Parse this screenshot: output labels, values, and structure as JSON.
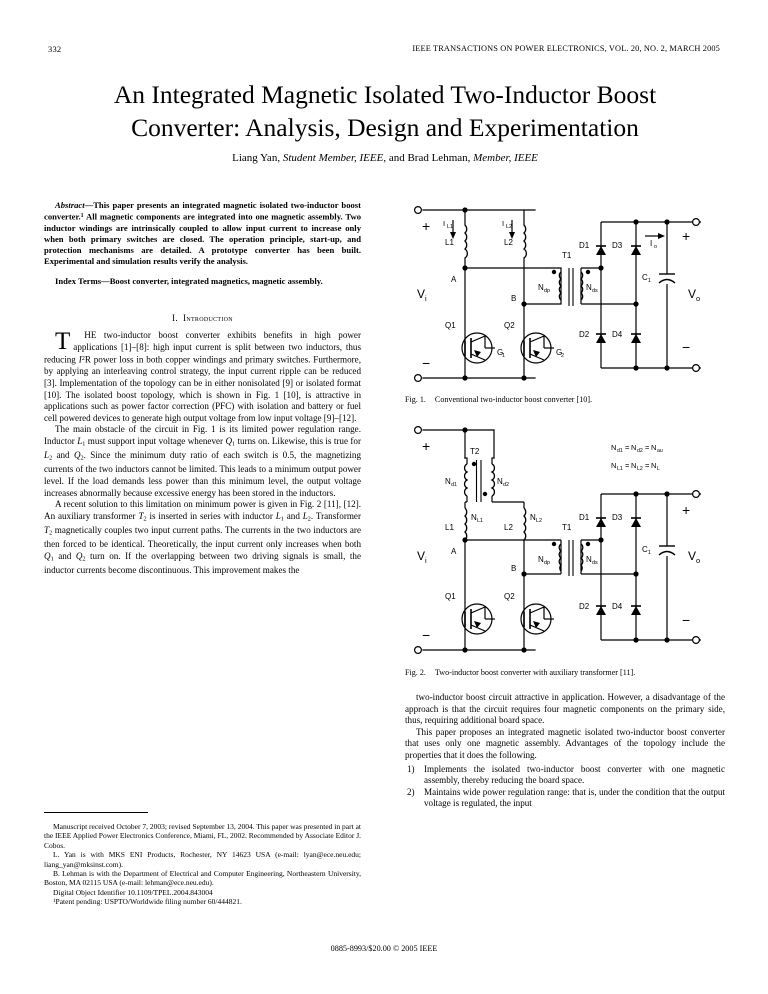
{
  "runhead": {
    "folio": "332",
    "journal": "IEEE TRANSACTIONS ON POWER ELECTRONICS, VOL. 20, NO. 2, MARCH 2005"
  },
  "title_line1": "An Integrated Magnetic Isolated Two-Inductor Boost",
  "title_line2": "Converter: Analysis, Design and Experimentation",
  "authors": {
    "a1_name": "Liang Yan, ",
    "a1_role": "Student Member, IEEE",
    "conj": ", and Brad Lehman, ",
    "a2_role": "Member, IEEE"
  },
  "abstract": {
    "lead": "Abstract—",
    "text_a": "This paper presents an integrated magnetic isolated two-inductor boost converter.",
    "footnote_marker": "1",
    "text_b": " All magnetic components are integrated into one magnetic assembly. Two inductor windings are intrinsically coupled to allow input current to increase only when both primary switches are closed. The operation principle, start-up, and protection mechanisms are detailed. A prototype converter has been built. Experimental and simulation results verify the analysis."
  },
  "index_terms": {
    "lead": "Index Terms—",
    "text": "Boost converter, integrated magnetics, magnetic assembly."
  },
  "section1": {
    "num": "I.",
    "name": "Introduction"
  },
  "para1": {
    "drop": "T",
    "p_a": "HE two-inductor boost converter exhibits benefits in high power applications [1]–[8]: high input current is split between two inductors, thus reducing ",
    "p_b": " power loss in both copper windings and primary switches. Furthermore, by applying an interleaving control strategy, the input current ripple can be reduced [3]. Implementation of the topology can be in either nonisolated [9] or isolated format [10]. The isolated boost topology, which is shown in Fig. 1 [10], is attractive in applications such as power factor correction (PFC) with isolation and battery or fuel cell powered devices to generate high output voltage from low input voltage [9]–[12]."
  },
  "para2": {
    "p_a": "The main obstacle of the circuit in Fig. 1 is its limited power regulation range. Inductor ",
    "p_b": " must support input voltage whenever ",
    "p_c": " turns on. Likewise, this is true for ",
    "p_d": " and ",
    "p_e": ". Since the minimum duty ratio of each switch is 0.5, the magnetizing currents of the two inductors cannot be limited. This leads to a minimum output power level. If the load demands less power than this minimum level, the output voltage increases abnormally because excessive energy has been stored in the inductors."
  },
  "para3": {
    "p_a": "A recent solution to this limitation on minimum power is given in Fig. 2 [11], [12]. An auxiliary transformer ",
    "p_b": " is inserted in series with inductor ",
    "p_c": " and ",
    "p_d": ". Transformer ",
    "p_e": " magnetically couples two input current paths. The currents in the two inductors are then forced to be identical. Theoretically, the input current only increases when both ",
    "p_f": " and ",
    "p_g": " turn on. If the overlapping between two driving signals is small, the inductor currents become discontinuous. This improvement makes the"
  },
  "para4": {
    "text": "two-inductor boost circuit attractive in application. However, a disadvantage of the approach is that the circuit requires four magnetic components on the primary side, thus, requiring additional board space."
  },
  "para5": {
    "text": "This paper proposes an integrated magnetic isolated two-inductor boost converter that uses only one magnetic assembly. Advantages of the topology include the properties that it does the following."
  },
  "list_items": [
    {
      "num": "1)",
      "text": "Implements the isolated two-inductor boost converter with one magnetic assembly, thereby reducing the board space."
    },
    {
      "num": "2)",
      "text": "Maintains wide power regulation range: that is, under the condition that the output voltage is regulated, the input"
    }
  ],
  "notes": [
    "Manuscript received October 7, 2003; revised September 13, 2004. This paper was presented in part at the IEEE Applied Power Electronics Conference, Miami, FL, 2002. Recommended by Associate Editor J. Cobos.",
    "L. Yan is with MKS ENI Products, Rochester, NY 14623 USA (e-mail: lyan@ece.neu.edu; liang_yan@mksinst.com).",
    "B. Lehman is with the Department of Electrical and Computer Engineering, Northeastern University, Boston, MA 02115 USA (e-mail: lehman@ece.neu.edu).",
    "Digital Object Identifier 10.1109/TPEL.2004.843004"
  ],
  "footnote": {
    "marker": "1",
    "text": "Patent pending: USPTO/Worldwide filing number 60/444821."
  },
  "footer": "0885-8993/$20.00 © 2005 IEEE",
  "fig1": {
    "caption_label": "Fig. 1.",
    "caption_text": "Conventional two-inductor boost converter [10].",
    "labels": {
      "vin": "V",
      "vin_sub": "i",
      "vout": "V",
      "vout_sub": "o",
      "plus": "+",
      "minus": "−",
      "iL1": "I",
      "iL1_sub": "L1",
      "iL2": "I",
      "iL2_sub": "L2",
      "L1": "L1",
      "L2": "L2",
      "A": "A",
      "B": "B",
      "Q1": "Q1",
      "Q2": "Q2",
      "G1": "G",
      "G1_sub": "1",
      "G2": "G",
      "G2_sub": "2",
      "T1": "T1",
      "Ndp": "N",
      "Ndp_sub": "dp",
      "Nds": "N",
      "Nds_sub": "ds",
      "D1": "D1",
      "D2": "D2",
      "D3": "D3",
      "D4": "D4",
      "Io": "I",
      "Io_sub": "o",
      "C1": "C",
      "C1_sub": "1"
    }
  },
  "fig2": {
    "caption_label": "Fig. 2.",
    "caption_text": "Two-inductor boost converter with auxiliary transformer [11].",
    "equations": [
      {
        "a": "N",
        "a_sub": "d1",
        "eq1": "=",
        "b": "N",
        "b_sub": "d2",
        "eq2": "=",
        "c": "N",
        "c_sub": "au"
      },
      {
        "a": "N",
        "a_sub": "L1",
        "eq1": "=",
        "b": "N",
        "b_sub": "L2",
        "eq2": "=",
        "c": "N",
        "c_sub": "L"
      }
    ],
    "labels": {
      "vin": "V",
      "vin_sub": "i",
      "vout": "V",
      "vout_sub": "o",
      "plus": "+",
      "minus": "−",
      "T2": "T2",
      "T1": "T1",
      "Nd1": "N",
      "Nd1_sub": "d1",
      "Nd2": "N",
      "Nd2_sub": "d2",
      "NL1": "N",
      "NL1_sub": "L1",
      "NL2": "N",
      "NL2_sub": "L2",
      "L1": "L1",
      "L2": "L2",
      "A": "A",
      "B": "B",
      "Q1": "Q1",
      "Q2": "Q2",
      "Ndp": "N",
      "Ndp_sub": "dp",
      "Nds": "N",
      "Nds_sub": "ds",
      "D1": "D1",
      "D2": "D2",
      "D3": "D3",
      "D4": "D4",
      "C1": "C",
      "C1_sub": "1"
    }
  }
}
